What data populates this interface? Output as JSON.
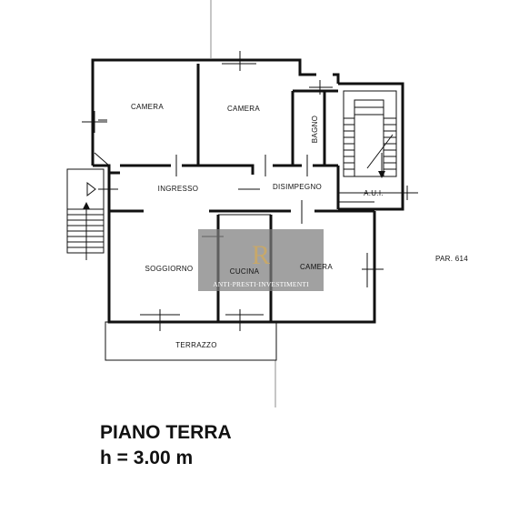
{
  "rooms": {
    "camera_1": "CAMERA",
    "camera_2": "CAMERA",
    "bagno": "BAGNO",
    "ingresso": "INGRESSO",
    "disimpegno": "DISIMPEGNO",
    "aui": "A.U.I.",
    "soggiorno": "SOGGIORNO",
    "cucina": "CUCINA",
    "camera_3": "CAMERA",
    "terrazzo": "TERRAZZO"
  },
  "parcel": "PAR. 614",
  "title": {
    "line1": "PIANO TERRA",
    "line2": "h = 3.00 m"
  },
  "watermark": {
    "monogram": "R",
    "text": "ANTI·PRESTI·INVESTIMENTI",
    "color": "#7d7d7d",
    "accent": "#c7a86a"
  }
}
